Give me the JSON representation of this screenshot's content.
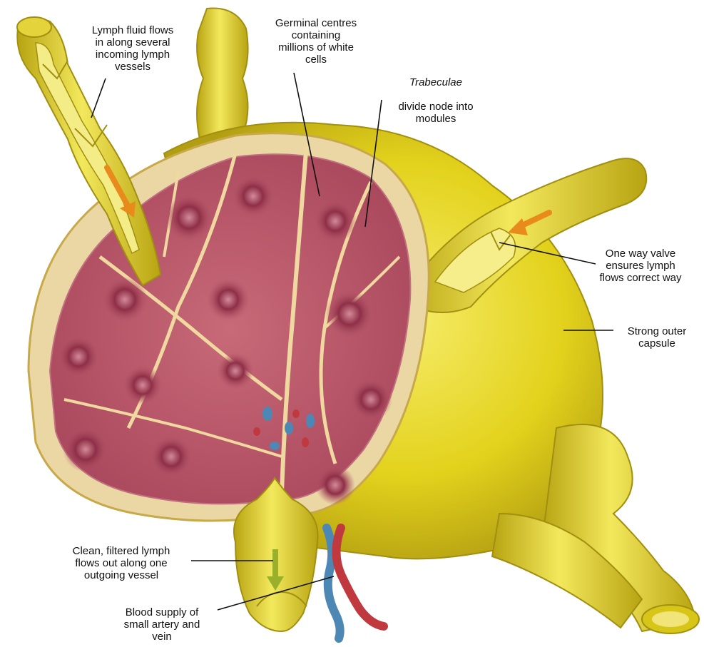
{
  "diagram": {
    "colors": {
      "capsule": "#e3d21c",
      "capsule_light": "#f6ec6a",
      "capsule_dark": "#a89610",
      "tissue": "#b14e62",
      "tissue_light": "#d68a92",
      "germinal": "#8e2f47",
      "medulla": "#f0dcb0",
      "artery": "#c0393e",
      "vein": "#4d88b4",
      "arrow": "#e88b1c",
      "arrow_green": "#9bb02a"
    },
    "labels": {
      "incoming": "Lymph fluid flows\nin along several\nincoming lymph\nvessels",
      "germinal": "Germinal centres\ncontaining\nmillions of white\ncells",
      "trabeculae_italic": "Trabeculae",
      "trabeculae_rest": "divide node into\nmodules",
      "valve": "One way valve\nensures lymph\nflows correct way",
      "capsule": "Strong outer\ncapsule",
      "outgoing": "Clean, filtered lymph\nflows out along one\noutgoing vessel",
      "blood": "Blood supply of\nsmall artery and\nvein"
    }
  }
}
